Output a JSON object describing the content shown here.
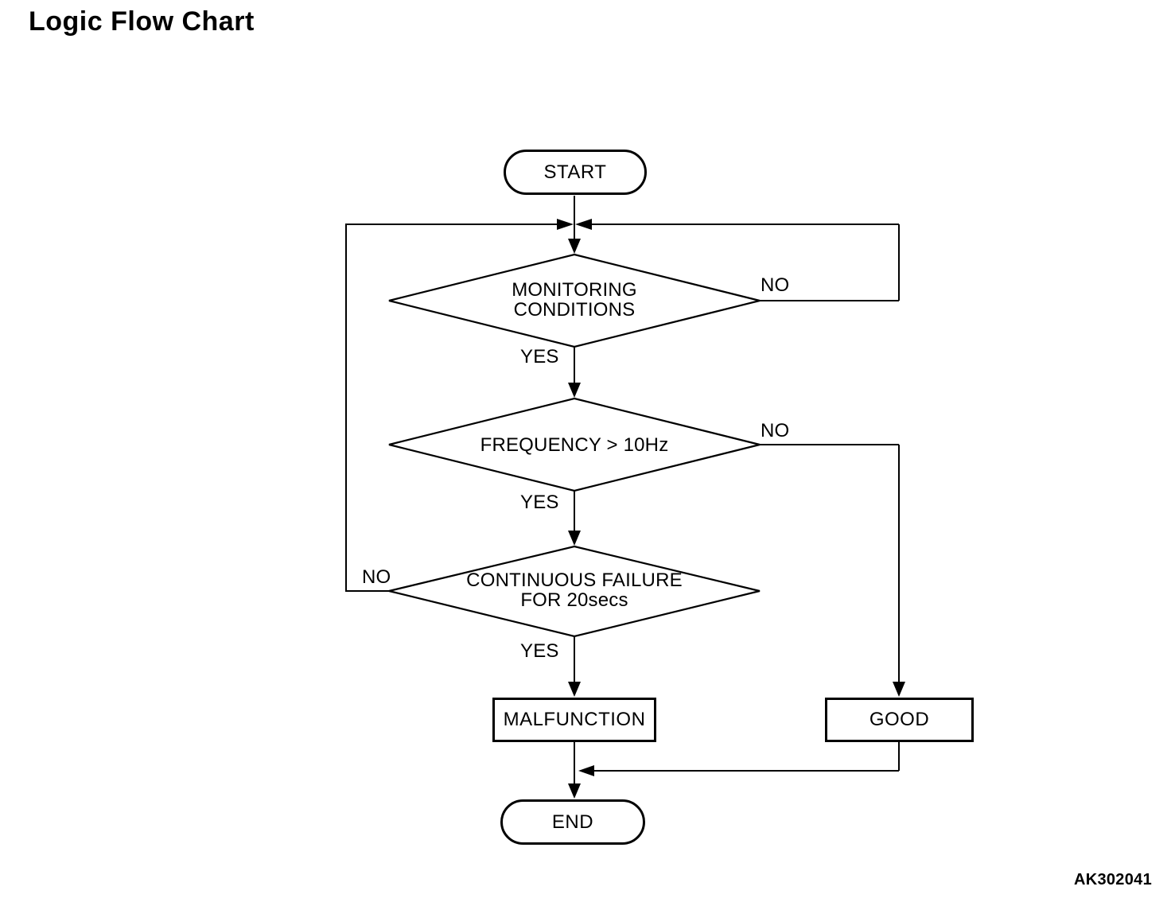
{
  "page": {
    "title": "Logic Flow Chart",
    "figure_code": "AK302041",
    "background_color": "#ffffff",
    "line_color": "#000000"
  },
  "flowchart": {
    "start_label": "START",
    "end_label": "END",
    "decisions": [
      {
        "line1": "MONITORING",
        "line2": "CONDITIONS",
        "yes_label": "YES",
        "no_label": "NO"
      },
      {
        "line1": "FREQUENCY > 10Hz",
        "yes_label": "YES",
        "no_label": "NO"
      },
      {
        "line1": "CONTINUOUS FAILURE",
        "line2": "FOR 20secs",
        "yes_label": "YES",
        "no_label": "NO"
      }
    ],
    "results": {
      "malfunction_label": "MALFUNCTION",
      "good_label": "GOOD"
    }
  }
}
